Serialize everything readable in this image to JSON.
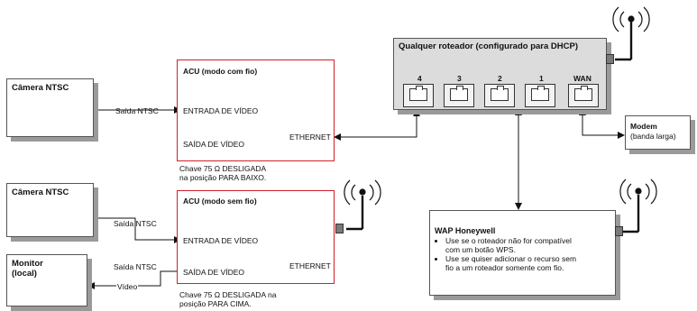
{
  "camera1": {
    "label": "Câmera NTSC"
  },
  "camera2": {
    "label": "Câmera NTSC"
  },
  "monitor": {
    "label_line1": "Monitor",
    "label_line2": "(local)"
  },
  "acu_wired": {
    "title": "ACU (modo com fio)",
    "video_in": "ENTRADA DE VÍDEO",
    "video_out": "SAÍDA DE VÍDEO",
    "ethernet": "ETHERNET",
    "note_line1": "Chave 75 Ω DESLIGADA",
    "note_line2": "na posição PARA BAIXO."
  },
  "acu_wireless": {
    "title": "ACU (modo sem fio)",
    "video_in": "ENTRADA DE VÍDEO",
    "video_out": "SAÍDA DE VÍDEO",
    "ethernet": "ETHERNET",
    "note_line1": "Chave 75 Ω DESLIGADA na",
    "note_line2": "posição PARA CIMA."
  },
  "links": {
    "ntsc_out_1": "Saída NTSC",
    "ntsc_out_2": "Saída NTSC",
    "ntsc_out_3": "Saída NTSC",
    "video": "Vídeo"
  },
  "router": {
    "title": "Qualquer roteador (configurado para DHCP)",
    "ports": [
      "4",
      "3",
      "2",
      "1",
      "WAN"
    ]
  },
  "modem": {
    "title": "Modem",
    "subtitle": "(banda larga)"
  },
  "wap": {
    "title": "WAP Honeywell",
    "bullets": [
      "Use se o roteador não for compatível com um botão WPS.",
      "Use se quiser adicionar o recurso sem fio a um roteador somente com fio."
    ]
  }
}
